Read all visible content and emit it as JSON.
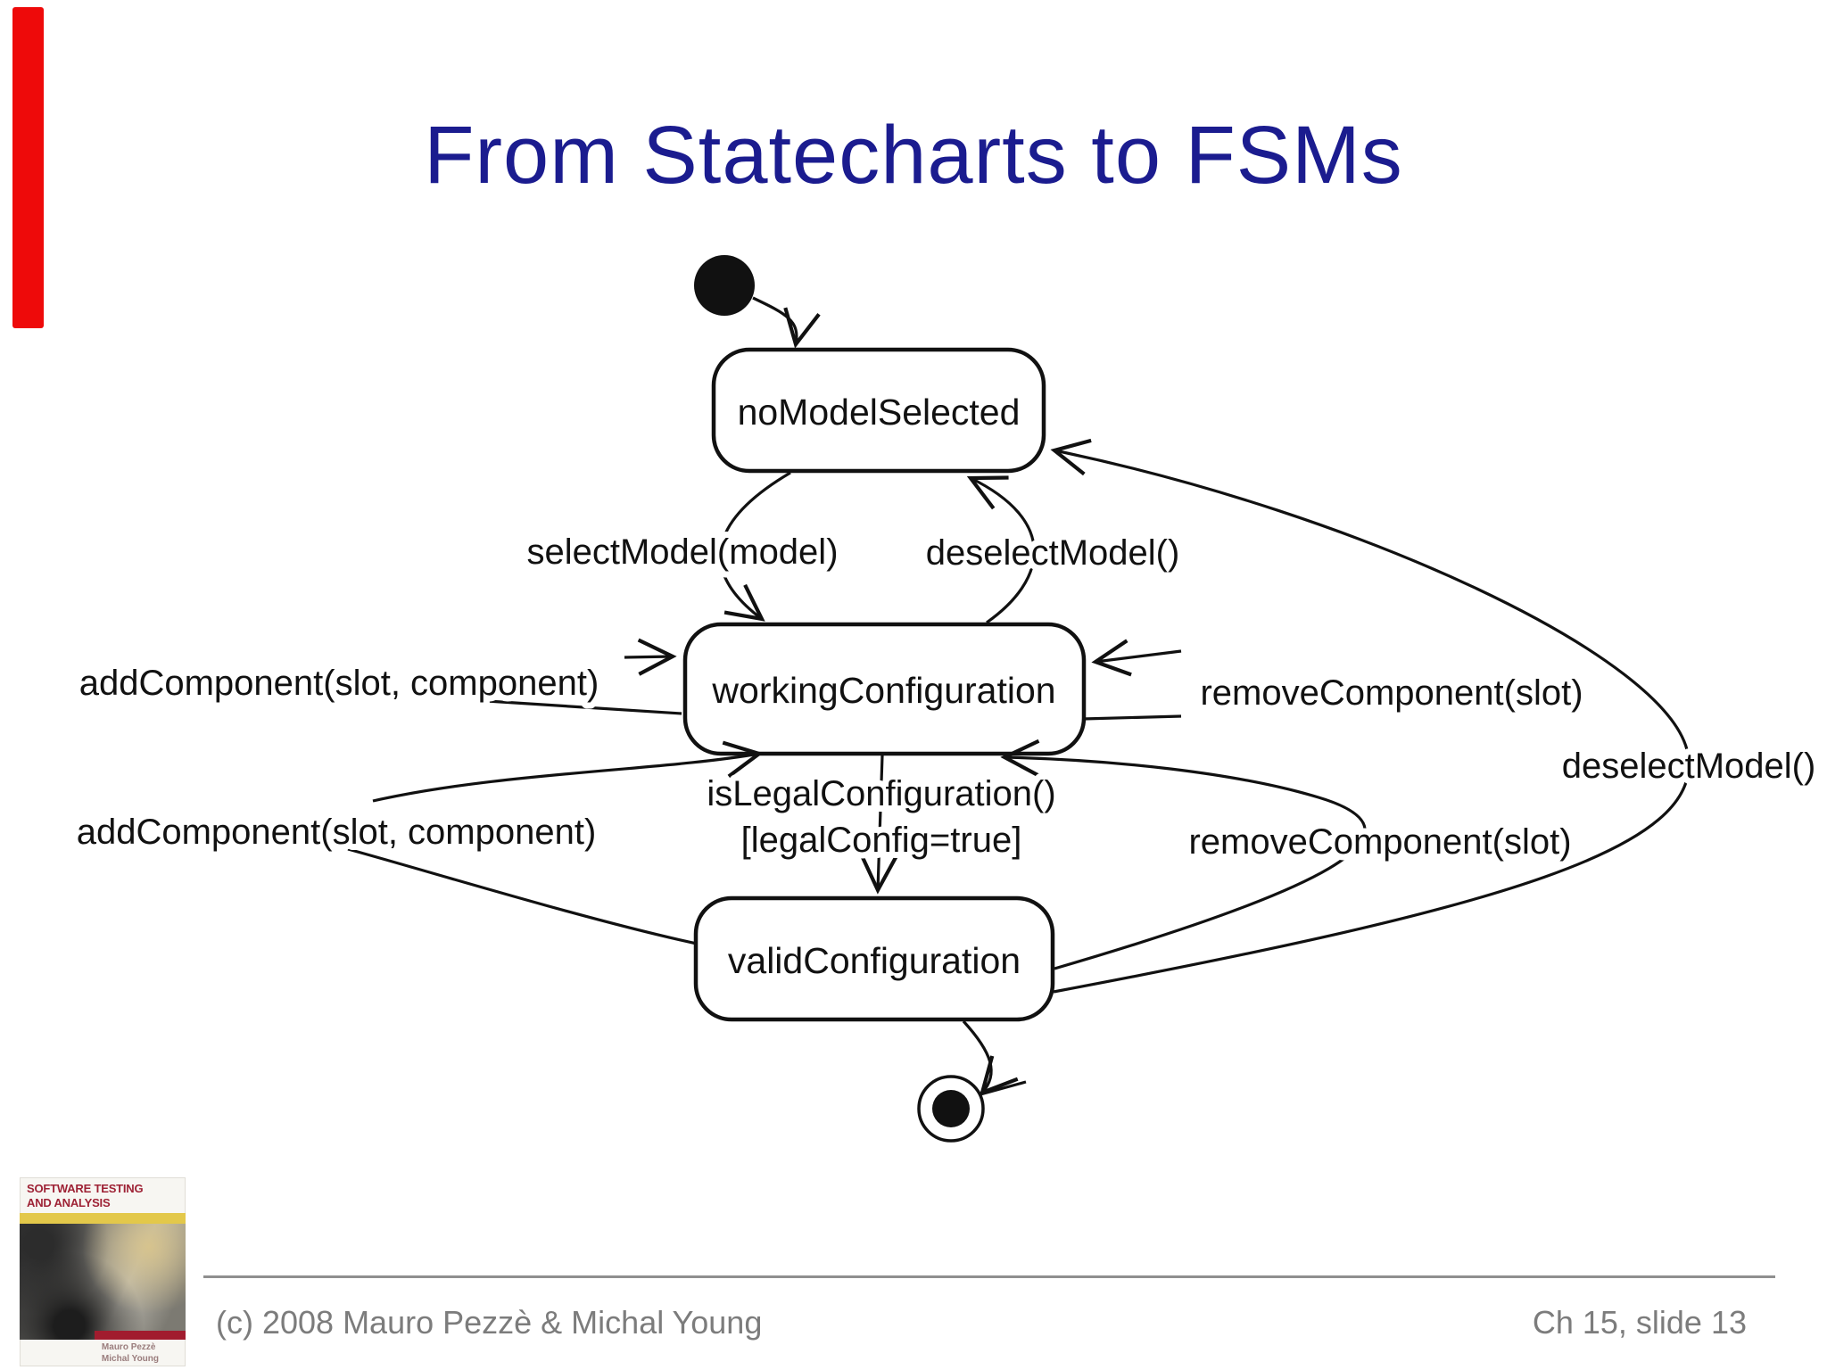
{
  "slide": {
    "title": "From Statecharts to FSMs"
  },
  "colors": {
    "title_text": "#1b1c8f",
    "accent_bar": "#ee0a0a",
    "diagram_ink": "#111111",
    "footer_text": "#7c7c7c"
  },
  "diagram": {
    "states": [
      {
        "label": "noModelSelected"
      },
      {
        "label": "workingConfiguration"
      },
      {
        "label": "validConfiguration"
      }
    ],
    "pseudostates": [
      {
        "type": "initial-state"
      },
      {
        "type": "final-state"
      }
    ],
    "transitions": {
      "select_model": "selectModel(model)",
      "deselect_model_top": "deselectModel()",
      "add_component_self": "addComponent(slot, component)",
      "remove_component_self": "removeComponent(slot)",
      "is_legal_line1": "isLegalConfiguration()",
      "is_legal_line2": "[legalConfig=true]",
      "add_component_back": "addComponent(slot, component)",
      "remove_component_back": "removeComponent(slot)",
      "deselect_model_right": "deselectModel()"
    }
  },
  "book_cover": {
    "title_line1": "SOFTWARE TESTING",
    "title_line2": "AND ANALYSIS",
    "author_line1": "Mauro Pezzè",
    "author_line2": "Michal Young"
  },
  "footer": {
    "copyright": "(c) 2008 Mauro Pezzè & Michal Young",
    "slide_ref": "Ch 15, slide 13"
  }
}
